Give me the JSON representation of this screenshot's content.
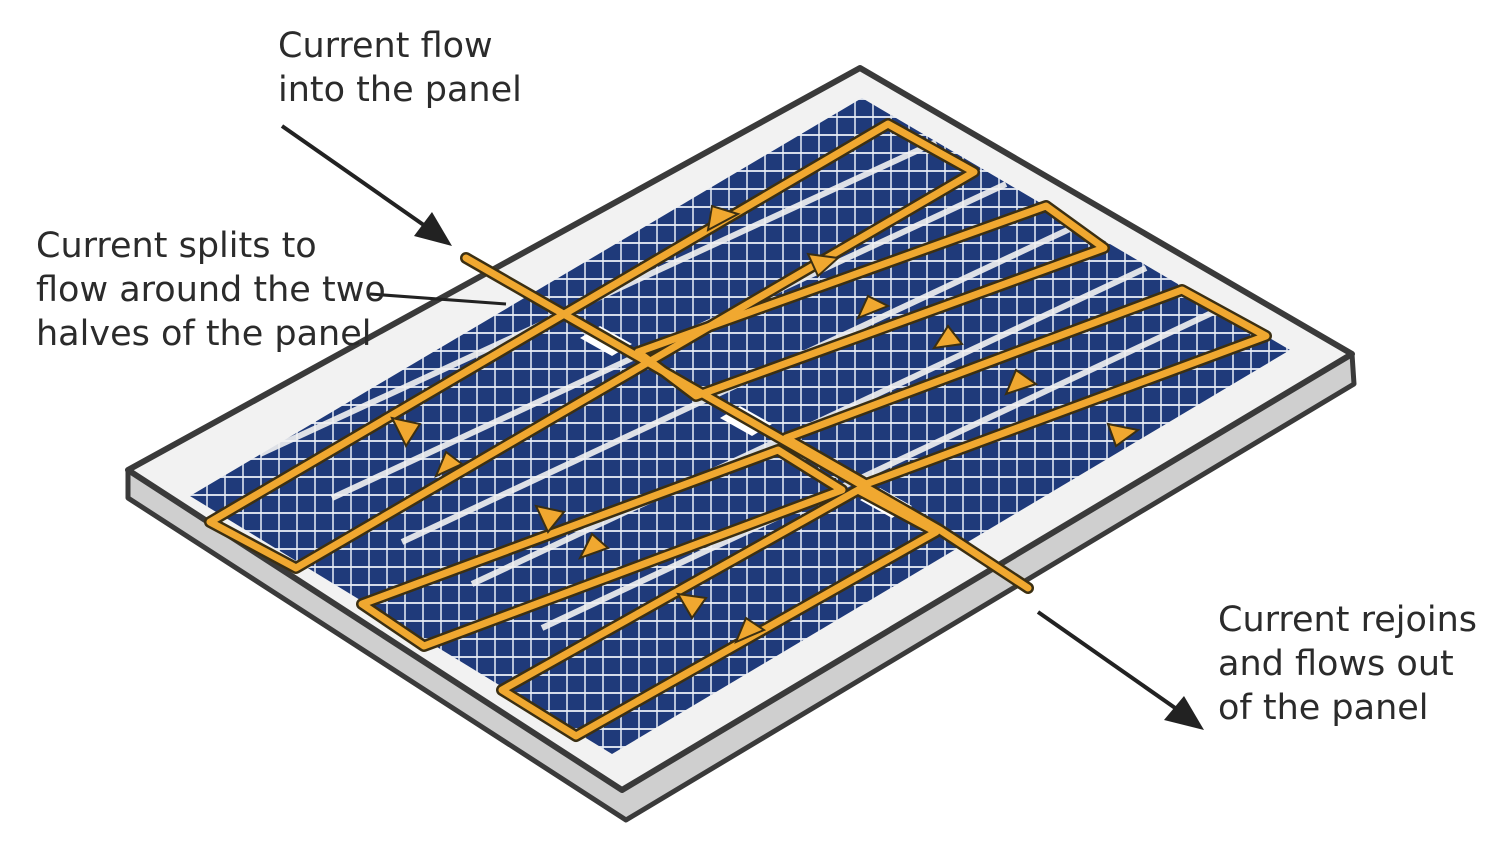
{
  "labels": {
    "current_in": [
      "Current flow",
      "into the panel"
    ],
    "current_split": [
      "Current splits to",
      "flow around the two",
      "halves of the panel"
    ],
    "current_out": [
      "Current rejoins",
      "and flows out",
      "of the panel"
    ]
  },
  "colors": {
    "frame_dark": "#3a3a3a",
    "frame_side": "#cfcfcf",
    "border_white": "#f2f2f2",
    "cell_blue": "#1f3a7a",
    "cell_grid": "#e8edf6",
    "current": "#f0a830",
    "current_outline": "#3b2f12",
    "arrow": "#222222"
  },
  "icons": [
    "arrow-in-icon",
    "arrow-out-icon",
    "current-direction-arrow-icon"
  ]
}
